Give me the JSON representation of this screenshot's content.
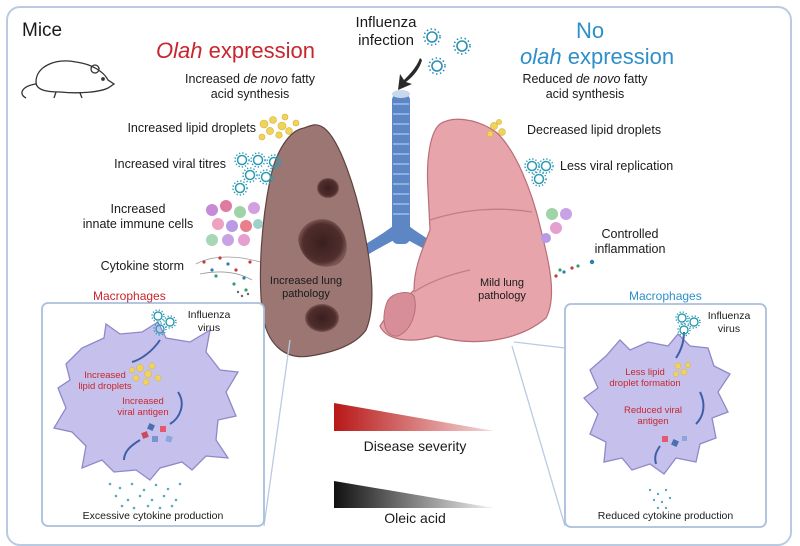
{
  "organism": "Mice",
  "infection": {
    "line1": "Influenza",
    "line2": "infection"
  },
  "left": {
    "title_gene": "Olah",
    "title_word": "expression",
    "synthesis_pre": "Increased ",
    "synthesis_em": "de novo",
    "synthesis_post": " fatty",
    "synthesis_line2": "acid synthesis",
    "items": [
      "Increased lipid droplets",
      "Increased viral titres",
      "Increased",
      "innate immune cells",
      "Cytokine storm"
    ],
    "lung_label": [
      "Increased lung",
      "pathology"
    ],
    "macro_title": "Macrophages",
    "virus_label": [
      "Influenza",
      "virus"
    ],
    "cell_labels": [
      "Increased",
      "lipid droplets",
      "Increased",
      "viral antigen"
    ],
    "footer": "Excessive cytokine production"
  },
  "right": {
    "title_no": "No",
    "title_gene": "olah",
    "title_word": "expression",
    "synthesis_pre": "Reduced ",
    "synthesis_em": "de novo",
    "synthesis_post": " fatty",
    "synthesis_line2": "acid synthesis",
    "items": [
      "Decreased lipid droplets",
      "Less viral replication",
      "Controlled",
      "inflammation"
    ],
    "lung_label": [
      "Mild lung",
      "pathology"
    ],
    "macro_title": "Macrophages",
    "virus_label": [
      "Influenza",
      "virus"
    ],
    "cell_labels": [
      "Less lipid",
      "droplet formation",
      "Reduced viral",
      "antigen"
    ],
    "footer": "Reduced cytokine production"
  },
  "gradients": {
    "severity": "Disease severity",
    "oleic": "Oleic acid"
  },
  "colors": {
    "red_title": "#c8262e",
    "blue_title": "#2f8fc9",
    "border": "#b9cbe3",
    "lung_left": "#9b7673",
    "lung_right": "#e8a4ab",
    "trachea": "#5c86c4",
    "cell": "#c5c1ec"
  },
  "icons": [
    "mouse-icon",
    "virus-icon",
    "down-arrow-icon",
    "lipid-droplet-icon",
    "immune-cell-icon",
    "cytokine-icon",
    "macrophage-cell-icon",
    "lung-icon",
    "trachea-icon",
    "triangle-gradient-icon"
  ]
}
